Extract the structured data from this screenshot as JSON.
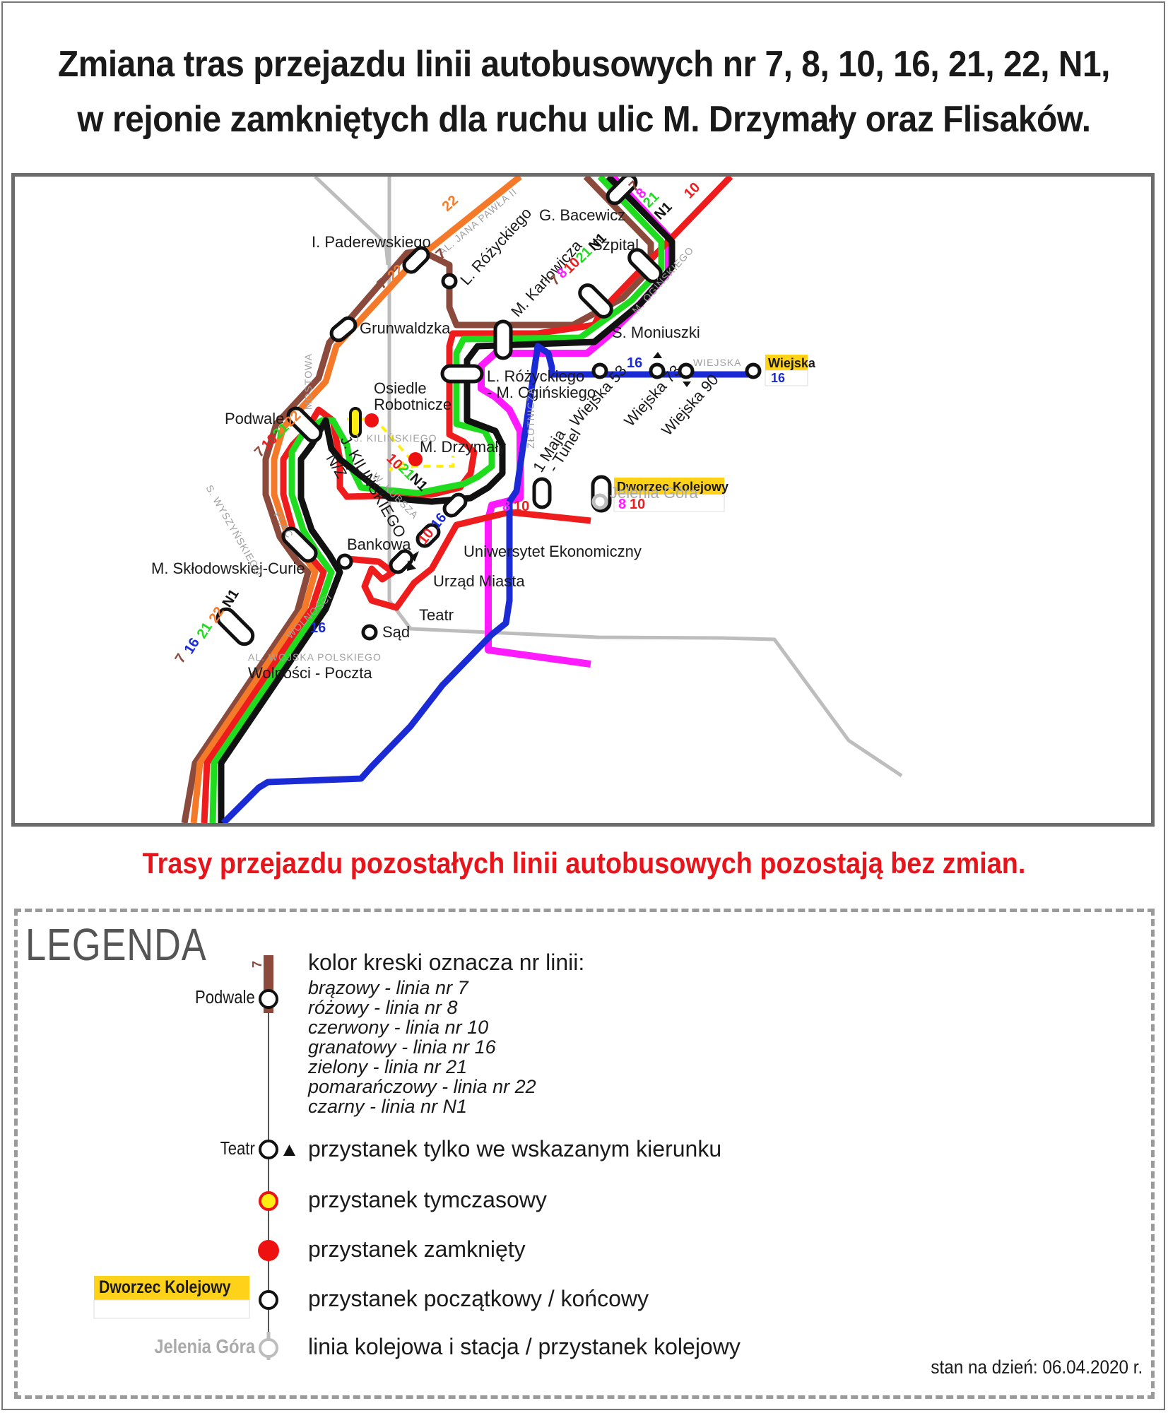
{
  "title": {
    "line1": "Zmiana tras przejazdu linii autobusowych nr 7, 8, 10, 16, 21, 22, N1,",
    "line2": "w rejonie zamkniętych dla ruchu ulic M. Drzymały oraz Flisaków."
  },
  "colors": {
    "line7": "#8b4a3c",
    "line8": "#ff1aff",
    "line10": "#ee1c1c",
    "line16": "#1a2bd6",
    "line21": "#1fdc1f",
    "line22": "#f47a2a",
    "lineN1": "#111111",
    "rail": "#bdbdbd",
    "terminal_label": "#ffd21a",
    "notice": "#e8141b"
  },
  "map": {
    "stops": {
      "paderewskiego": "I. Paderewskiego",
      "grunwaldzka": "Grunwaldzka",
      "rozyckiego": "L. Różyckiego",
      "karlowicza": "M. Karłowicza",
      "bacewicz": "G. Bacewicz",
      "szpital": "Szpital",
      "moniuszki": "S. Moniuszki",
      "rozyckiego_oginskiego_1": "L. Różyckiego",
      "rozyckiego_oginskiego_2": "- M. Ogińskiego",
      "wiejska53": "Wiejska 53",
      "wiejska73": "Wiejska 73",
      "wiejska90": "Wiejska 90",
      "wiejska_terminal": "Wiejska",
      "osiedle_1": "Osiedle",
      "osiedle_2": "Robotnicze",
      "drzymaly": "M. Drzymały",
      "podwale": "Podwale",
      "kilinskiego_nz_1": "J. KILIŃSKIEGO",
      "kilinskiego_nz_2": "N/Ż",
      "bankowa": "Bankowa",
      "sklodowskiej": "M. Skłodowskiej-Curie",
      "uniwersytet": "Uniwersytet Ekonomiczny",
      "urzad": "Urząd Miasta",
      "teatr": "Teatr",
      "sad": "Sąd",
      "wolnosci_poczta": "Wolności - Poczta",
      "maja_tunel_1": "1 Maja",
      "maja_tunel_2": "- Tunel",
      "dworzec": "Dworzec Kolejowy",
      "jelenia_gora": "Jelenia Góra"
    },
    "streets": {
      "jana_pawla": "AL. JANA PAWŁA II",
      "oginskiego": "M. OGIŃSKIEGO",
      "mostowa": "MOSTOWA",
      "kilinskiego": "J. KILIŃSKIEGO",
      "zlotnicza": "ZŁOTNICZA",
      "wyszynskiego_1": "S. WYSZYŃSKIEGO",
      "wyszynskiego_2": "PLAC",
      "kubsza": "W. KUBSZA",
      "wolnosci": "WOLNOŚCI",
      "wojska_polskiego": "AL. WOJSKA POLSKIEGO",
      "wiejska": "WIEJSKA"
    },
    "line_numbers": {
      "n7": "7",
      "n8": "8",
      "n10": "10",
      "n16": "16",
      "n21": "21",
      "n22": "22",
      "nN1": "N1"
    }
  },
  "notice": "Trasy przejazdu pozostałych linii autobusowych pozostają bez zmian.",
  "legend": {
    "title": "LEGENDA",
    "color_heading": "kolor kreski oznacza nr linii:",
    "color_items": [
      "brązowy - linia nr 7",
      "różowy - linia nr 8",
      "czerwony - linia nr 10",
      "granatowy - linia nr 16",
      "zielony - linia nr 21",
      "pomarańczowy - linia nr 22",
      "czarny  - linia nr N1"
    ],
    "sample_stop": "Podwale",
    "sample_line_number": "7",
    "directional_stop": "Teatr",
    "directional": "przystanek tylko we wskazanym kierunku",
    "temporary": "przystanek tymczasowy",
    "closed": "przystanek  zamknięty",
    "terminal_label": "Dworzec Kolejowy",
    "terminal": "przystanek początkowy / końcowy",
    "rail_station": "Jelenia Góra",
    "rail": "linia kolejowa i stacja / przystanek kolejowy"
  },
  "status_date": "stan na dzień: 06.04.2020 r."
}
